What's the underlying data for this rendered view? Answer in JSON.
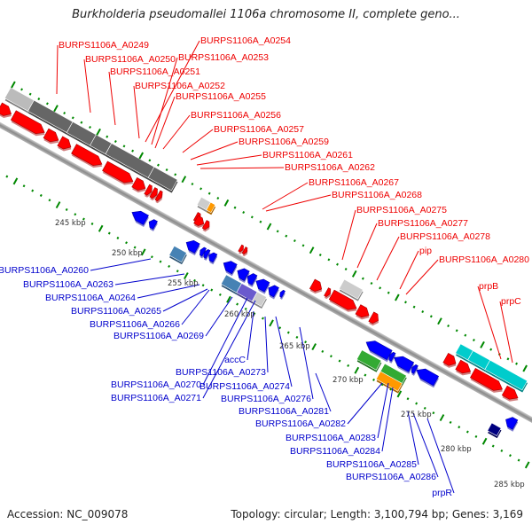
{
  "title": "Burkholderia pseudomallei 1106a chromosome II, complete geno...",
  "footer": {
    "accession": "Accession: NC_009078",
    "topology": "Topology: circular; Length: 3,100,794 bp; Genes: 3,169"
  },
  "colors": {
    "forward_cds": "#ff0000",
    "reverse_cds": "#0000ff",
    "forward_label": "#ee0000",
    "reverse_label": "#0000cc",
    "backbone": "#999999",
    "tick": "#008800",
    "gray_feature": "#666666",
    "cyan_feature": "#00cccc",
    "green_feature": "#33aa33",
    "orange_feature": "#ff9900",
    "steelblue_feature": "#4682b4",
    "slateblue_feature": "#6a5acd",
    "navy_feature": "#000080"
  },
  "scale_labels": [
    "245 kbp",
    "250 kbp",
    "255 kbp",
    "260 kbp",
    "265 kbp",
    "270 kbp",
    "275 kbp",
    "280 kbp",
    "285 kbp"
  ],
  "forward_labels": [
    "BURPS1106A_A0249",
    "BURPS1106A_A0250",
    "BURPS1106A_A0251",
    "BURPS1106A_A0252",
    "BURPS1106A_A0254",
    "BURPS1106A_A0253",
    "BURPS1106A_A0255",
    "BURPS1106A_A0256",
    "BURPS1106A_A0257",
    "BURPS1106A_A0259",
    "BURPS1106A_A0261",
    "BURPS1106A_A0262",
    "BURPS1106A_A0267",
    "BURPS1106A_A0268",
    "BURPS1106A_A0275",
    "BURPS1106A_A0277",
    "BURPS1106A_A0278",
    "pip",
    "BURPS1106A_A0280",
    "prpB",
    "prpC"
  ],
  "reverse_labels": [
    "BURPS1106A_A0260",
    "BURPS1106A_A0263",
    "BURPS1106A_A0264",
    "BURPS1106A_A0265",
    "BURPS1106A_A0266",
    "BURPS1106A_A0269",
    "accC",
    "BURPS1106A_A0273",
    "BURPS1106A_A0270",
    "BURPS1106A_A0274",
    "BURPS1106A_A0271",
    "BURPS1106A_A0276",
    "BURPS1106A_A0281",
    "BURPS1106A_A0282",
    "BURPS1106A_A0283",
    "BURPS1106A_A0284",
    "BURPS1106A_A0285",
    "BURPS1106A_A0286",
    "prpR"
  ]
}
